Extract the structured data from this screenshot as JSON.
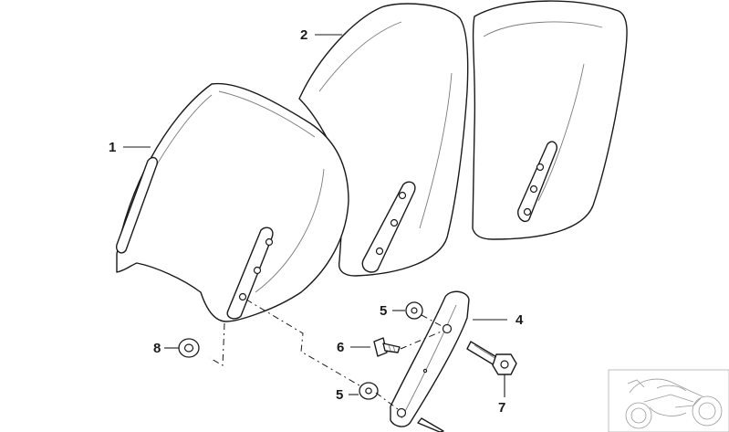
{
  "diagram": {
    "callouts": [
      {
        "id": "c1",
        "label": "1"
      },
      {
        "id": "c2",
        "label": "2"
      },
      {
        "id": "c4",
        "label": "4"
      },
      {
        "id": "c5a",
        "label": "5"
      },
      {
        "id": "c5b",
        "label": "5"
      },
      {
        "id": "c6",
        "label": "6"
      },
      {
        "id": "c7",
        "label": "7"
      },
      {
        "id": "c8",
        "label": "8"
      }
    ],
    "parts": [
      {
        "name": "windshield-short",
        "callout": "1"
      },
      {
        "name": "windshield-tall",
        "callout": "2"
      },
      {
        "name": "windshield-tall-rear",
        "callout": "2"
      },
      {
        "name": "mounting-bracket",
        "callout": "4"
      },
      {
        "name": "washer",
        "callout": "5"
      },
      {
        "name": "screw",
        "callout": "6"
      },
      {
        "name": "bolt",
        "callout": "7"
      },
      {
        "name": "grommet",
        "callout": "8"
      }
    ],
    "thumbnail_icon": "motorcycle-thumbnail-icon"
  }
}
